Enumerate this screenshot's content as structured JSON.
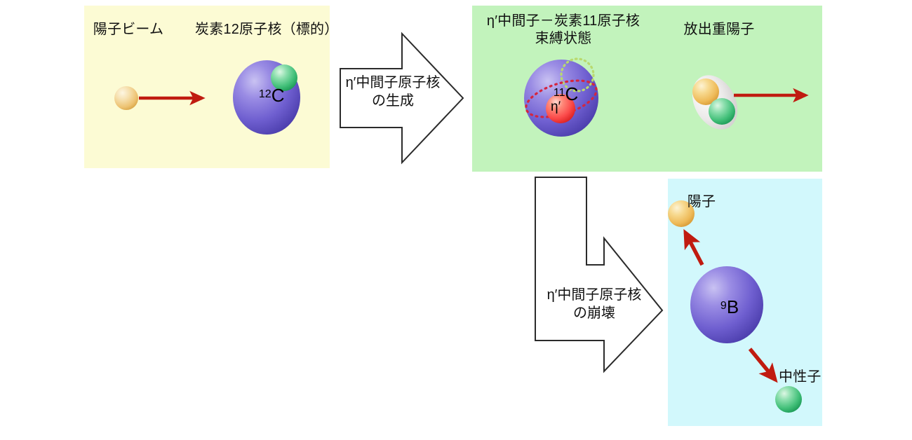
{
  "figure": {
    "title": "eta-prime meson nucleus production and decay schematic",
    "background": "#ffffff"
  },
  "panels": {
    "production": {
      "name": "proton beam on carbon-12 target",
      "background_color": "#fcfbd4",
      "labels": {
        "beam": "陽子ビーム",
        "target": "炭素12原子核（標的）"
      },
      "nucleus_label": "12C",
      "nucleus_mass_number": "12",
      "nucleus_symbol": "C"
    },
    "bound": {
      "name": "eta-prime meson bound to carbon-11 nucleus",
      "background_color": "#c2f3bc",
      "labels": {
        "bound_state": "η′中間子－炭素11原子核\n束縛状態",
        "bound_state_line1": "η′中間子－炭素11原子核",
        "bound_state_line2": "束縛状態",
        "emitted_deuteron": "放出重陽子"
      },
      "nucleus_label": "11C",
      "nucleus_mass_number": "11",
      "nucleus_symbol": "C",
      "meson_label": "η′"
    },
    "decay": {
      "name": "decay products proton neutron and boron-9",
      "background_color": "#d2f8fc",
      "labels": {
        "proton": "陽子",
        "neutron": "中性子"
      },
      "nucleus_label": "9B",
      "nucleus_mass_number": "9",
      "nucleus_symbol": "B"
    }
  },
  "arrows": {
    "production": {
      "line1": "η′中間子原子核",
      "line2": "の生成",
      "text": "η′中間子原子核\nの生成"
    },
    "decay": {
      "line1": "η′中間子原子核",
      "line2": "の崩壊",
      "text": "η′中間子原子核\nの崩壊"
    }
  },
  "colors": {
    "panel_yellow": "#fcfbd4",
    "panel_green": "#c2f3bc",
    "panel_cyan": "#d2f8fc",
    "nucleus_purple": "#6f5fd0",
    "proton_gold": "#f3c96b",
    "neutron_green": "#41bf78",
    "meson_red": "#fb4a4a",
    "arrow_red": "#c01b10",
    "outline_black": "#333333",
    "orbit_red": "#d4263f",
    "orbit_green": "#b9d96e"
  },
  "particles": {
    "beam_proton": "proton",
    "target_neutron": "neutron",
    "deuteron_proton": "proton",
    "deuteron_neutron": "neutron",
    "emitted_proton": "proton",
    "emitted_neutron": "neutron"
  }
}
